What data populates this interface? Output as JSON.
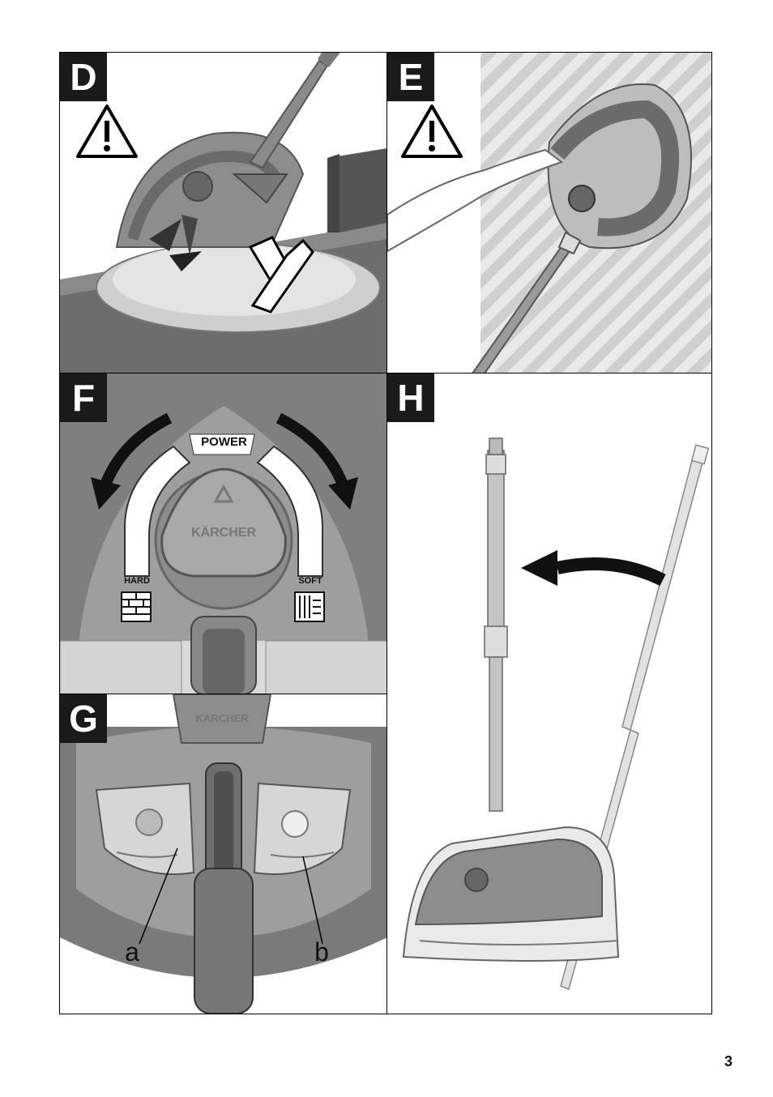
{
  "page": {
    "number": "3"
  },
  "panels": {
    "D": {
      "label": "D"
    },
    "E": {
      "label": "E"
    },
    "F": {
      "label": "F",
      "power": "POWER",
      "hard": "HARD",
      "soft": "SOFT",
      "brand": "KÄRCHER"
    },
    "G": {
      "label": "G",
      "callout_a": "a",
      "callout_b": "b",
      "brand": "KÄRCHER"
    },
    "H": {
      "label": "H"
    }
  },
  "icons": [
    "warning-triangle-icon",
    "cross-icon",
    "rotate-left-arrow-icon",
    "rotate-right-arrow-icon",
    "curved-arrow-icon",
    "brick-wall-icon",
    "soft-surface-icon"
  ],
  "colors": {
    "grey_mid": "#9a9a9a",
    "grey_dark": "#6d6d6d",
    "grey_light": "#d6d6d6",
    "black": "#1a1a1a"
  }
}
